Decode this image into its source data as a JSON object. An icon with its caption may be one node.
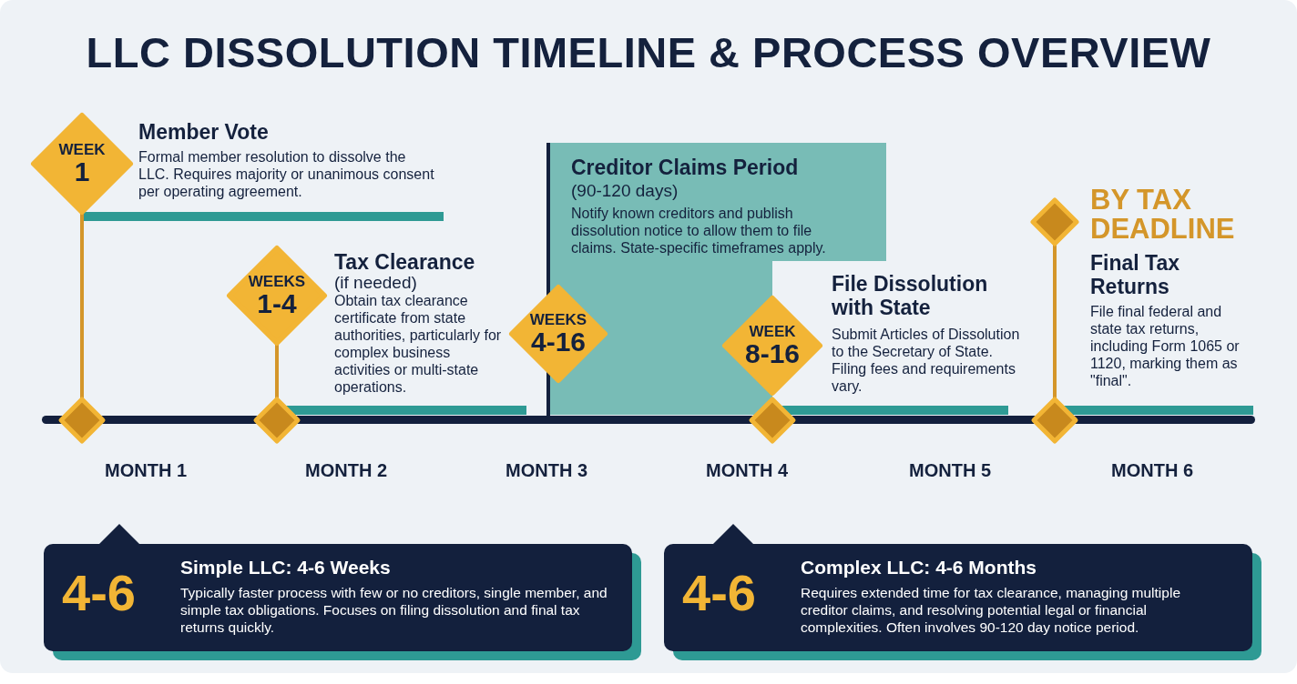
{
  "diagram": {
    "title": "LLC DISSOLUTION TIMELINE & PROCESS OVERVIEW",
    "nodes": [
      {
        "text": [
          "WEEK",
          "1"
        ],
        "beside": [
          "Member Vote",
          "Formal member resolution to dissolve the LLC. Requires majority or unanimous consent per operating agreement."
        ]
      },
      {
        "text": [],
        "shape": "diamond"
      },
      {
        "text": [
          "WEEKS",
          "1-4"
        ],
        "beside": [
          "Tax Clearance",
          "(if needed)",
          "Obtain tax clearance certificate from state authorities, particularly for complex business activities or multi-state operations."
        ]
      },
      {
        "text": [],
        "shape": "diamond"
      },
      {
        "text": [
          "Creditor Claims Period",
          "(90-120 days)",
          "Notify known creditors and publish dissolution notice to allow them to file claims. State-specific timeframes apply."
        ]
      },
      {
        "text": [
          "WEEKS",
          "4-16"
        ]
      },
      {
        "text": [
          "WEEK",
          "8-16"
        ],
        "beside": [
          "File Dissolution with State"
        ]
      },
      {
        "text": [],
        "shape": "diamond"
      },
      {
        "text": [],
        "shape": "diamond",
        "beside": [
          "BY TAX DEADLINE",
          "Final Tax Returns",
          "File final federal and state tax returns, including Form 1065 or 1120, marking them as \"final\"."
        ]
      },
      {
        "text": [],
        "shape": "diamond"
      },
      {
        "text": [
          "4-6",
          "Simple LLC: 4-6 Weeks",
          "Typically faster process with few or no creditors, single member, and simple tax obligations. Focuses on filing dissolution and final tax returns quickly."
        ]
      },
      {
        "text": [
          "4-6",
          "Complex LLC: 4-6 Months",
          "Requires extended time for tax clearance, managing multiple creditor claims, and resolving potential legal or financial complexities. Often involves 90-120 day notice period."
        ]
      }
    ],
    "edges": [
      {
        "from": 0,
        "to": 1,
        "arrow": "none"
      },
      {
        "from": 2,
        "to": 3,
        "arrow": "none"
      },
      {
        "from": 8,
        "to": 9,
        "arrow": "none"
      }
    ],
    "labels": [
      "Submit Articles of Dissolution to the Secretary of State. Filing fees and requirements vary.",
      "MONTH 1",
      "MONTH 2",
      "MONTH 3",
      "MONTH 4",
      "MONTH 5",
      "MONTH 6"
    ]
  }
}
